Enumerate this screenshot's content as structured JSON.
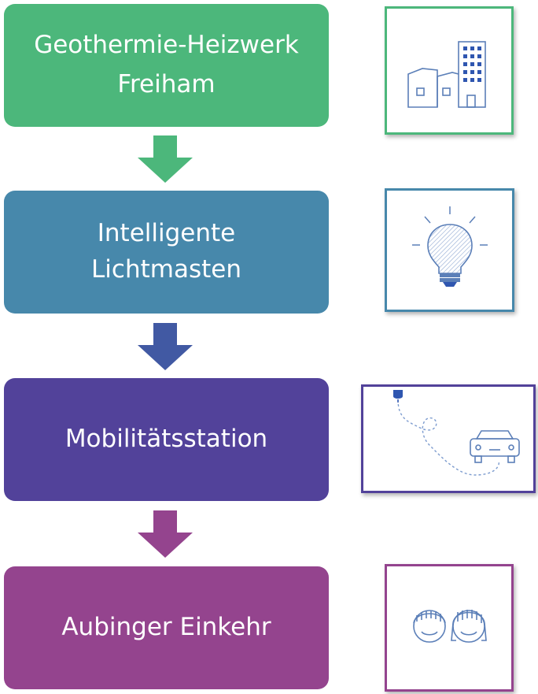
{
  "steps": [
    {
      "lines": [
        "Geothermie-Heizwerk",
        "Freiham"
      ],
      "color": "#4cb77b",
      "icon": "building-icon"
    },
    {
      "lines": [
        "Intelligente",
        "Lichtmasten"
      ],
      "color": "#4788ab",
      "icon": "lightbulb-icon"
    },
    {
      "lines": [
        "Mobilitätsstation"
      ],
      "color": "#52429a",
      "icon": "car-route-icon"
    },
    {
      "lines": [
        "Aubinger Einkehr"
      ],
      "color": "#94448e",
      "icon": "two-people-icon"
    }
  ],
  "arrow_colors": [
    "#4cb77b",
    "#4159a3",
    "#94448e"
  ],
  "icon_color": "#5b7fb8",
  "icon_accent_color": "#2f56b0"
}
